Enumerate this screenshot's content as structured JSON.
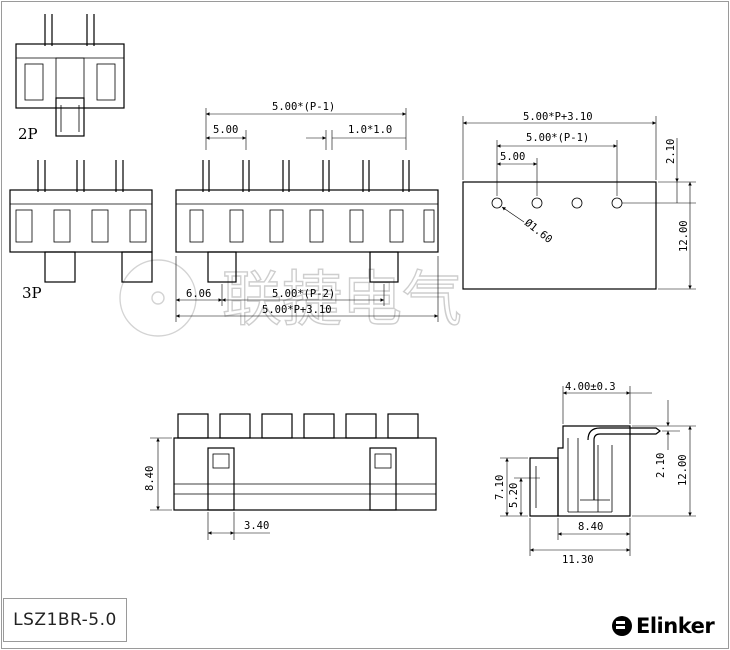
{
  "labels": {
    "view_2p": "2P",
    "view_3p": "3P",
    "model": "LSZ1BR-5.0",
    "brand": "Elinker",
    "watermark": "联捷电气"
  },
  "dims": {
    "top_pitch_span": "5.00*(P-1)",
    "top_pitch": "5.00",
    "top_pin": "1.0*1.0",
    "bottom_offset": "6.06",
    "bottom_peg_span": "5.00*(P-2)",
    "bottom_total": "5.00*P+3.10",
    "pcb_total": "5.00*P+3.10",
    "pcb_pitch_span": "5.00*(P-1)",
    "pcb_pitch": "5.00",
    "pcb_hole": "Ø1.60",
    "pcb_top": "2.10",
    "pcb_height": "12.00",
    "bot_height": "8.40",
    "bot_peg": "3.40",
    "side_top": "4.00±0.3",
    "side_h1": "7.10",
    "side_h2": "5.20",
    "side_pin": "2.10",
    "side_total": "12.00",
    "side_w1": "8.40",
    "side_w2": "11.30"
  }
}
